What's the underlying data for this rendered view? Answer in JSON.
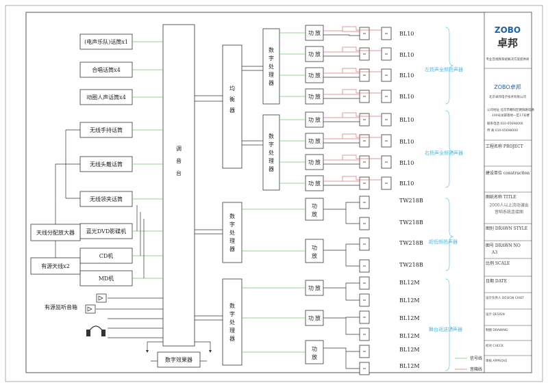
{
  "inputs": {
    "mic_band": "(电声乐队)话筒x1",
    "mic_choir": "合唱话筒x4",
    "mic_vocal": "动圈人声话筒x4",
    "mic_wireless_handheld": "无线手持话筒",
    "mic_wireless_head": "无线头戴话筒",
    "mic_wireless_lapel": "无线领夹话筒",
    "bluray": "蓝光DVD影碟机",
    "cd": "CD机",
    "md": "MD机",
    "antenna_amp": "天线分配放大器",
    "active_antenna": "有源天线x2",
    "monitor_label": "有源监听音箱"
  },
  "processing": {
    "mixer_chars": [
      "调",
      "音",
      "台"
    ],
    "eq_chars": [
      "均",
      "衡",
      "器"
    ],
    "dsp_chars": [
      "数",
      "字",
      "处",
      "理",
      "器"
    ],
    "amp_chars": [
      "功",
      "放"
    ],
    "effects": "数字效果器"
  },
  "speakers": {
    "bl10": "BL10",
    "tw218b": "TW218B",
    "bl12m": "BL12M"
  },
  "groups": {
    "left_fullrange": "左扬声全频扬声器",
    "right_fullrange": "右扬声全频扬声器",
    "subwoofer": "超低频扬声器",
    "stage_monitor": "舞台返送扬声器"
  },
  "legend": {
    "signal": "信号线",
    "speaker": "音箱线"
  },
  "title_block": {
    "logo": "ZOBO",
    "brand_cn": "卓邦",
    "slogan": "专业音视频系统解决方案提供商",
    "company_brand": "ZOBO卓邦",
    "company_name": "北京卓邦电子技术有限公司",
    "address_1": "公司地址 北京市朝阳区朝阳路电路",
    "address_2": "100号总部基地一区17号楼",
    "phone": "联系电话 010-65698000",
    "fax": "传 真 010-65698000",
    "project_label": "工程名称 PROJECT",
    "construction_label": "建设单位 construction",
    "drawing_title_label": "图纸名称 TITLE",
    "drawing_title_1": "2000人以上流动演出",
    "drawing_title_2": "音响系统连接图",
    "drawn_style_label": "图别 DRAWN STYLE",
    "drawing_no_label": "图号 DRAWN NO",
    "drawing_no": "A3",
    "scale_label": "比例 SCALE",
    "date_label": "日期 DATE",
    "design_chief_label": "设计负责人 DESIGN CHIEF",
    "design_label": "设计 DESIGN",
    "drawing_label": "制图 DRAWING",
    "check_label": "校对 CHECK",
    "approve_label": "审核 APPROVE"
  }
}
